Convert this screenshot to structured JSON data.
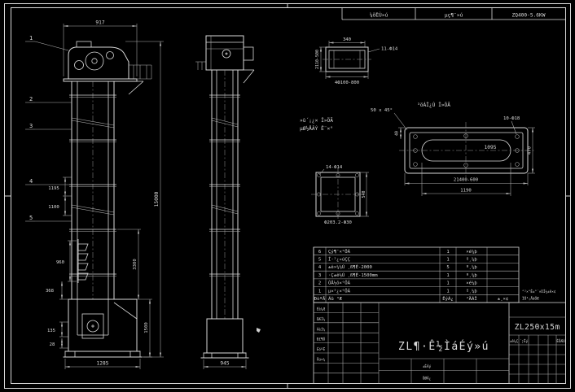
{
  "colors": {
    "bg": "#000000",
    "line": "#d9d9d9",
    "dim": "#b0b0b0"
  },
  "top_strip": {
    "c1": "¼õËÙ»ú",
    "c2": "µç¶¯»ú",
    "c3": "ZQ400-5.6KW"
  },
  "front_view": {
    "balloons": {
      "b1": "1",
      "b2": "2",
      "b3": "3",
      "b4": "4",
      "b5": "5"
    },
    "dims": {
      "head_width": "917",
      "total_height": "15000",
      "d1": "1195",
      "d2": "1100",
      "bucket_pitch": "960",
      "d3": "368",
      "section": "3300",
      "boot_height": "1500",
      "d4": "135",
      "d5": "28",
      "base_width": "1285"
    }
  },
  "side_view": {
    "dims": {
      "base_width": "945"
    }
  },
  "detail_a": {
    "dims": {
      "width": "340",
      "holes": "11-Ф14",
      "side": "2110-500",
      "bottom": "4Ф100-800"
    },
    "notes": {
      "l1": "»ù´¡¿× Î»ÖÃ",
      "l2": "µØ½ÅÂÝ Ë¨×°"
    }
  },
  "detail_b": {
    "dims": {
      "chamfer": "50 x 45°",
      "holes": "10-Ф18",
      "slot": "1095",
      "height": "470",
      "edge": "40",
      "length": "21400-600",
      "inner": "1190"
    },
    "note": "³öÁÏ¿Ú Î»ÖÃ"
  },
  "detail_c": {
    "dims": {
      "holes": "14-Ф14",
      "side": "540",
      "bottom": "Ф203.2-Ф30"
    }
  },
  "parts_table": {
    "header": {
      "no": "ÐòºÅ",
      "name": "Ãû ³Æ",
      "qty": "ÊýÁ¿",
      "material": "²ÄÁÏ",
      "note": "±¸×¢"
    },
    "rows": [
      {
        "no": "6",
        "name": "Çý¶¯×°ÖÃ",
        "qty": "1",
        "material": "×é¼þ",
        "note": ""
      },
      {
        "no": "5",
        "name": "Í·²¿»úÇÇ",
        "qty": "1",
        "material": "º¸¼þ",
        "note": ""
      },
      {
        "no": "4",
        "name": "±ê×¼½Ú ¸ß¶È-2000",
        "qty": "5",
        "material": "º¸¼þ",
        "note": ""
      },
      {
        "no": "3",
        "name": "·Ç±ê½Ú ¸ß¶È-1500mm",
        "qty": "1",
        "material": "º¸¼þ",
        "note": ""
      },
      {
        "no": "2",
        "name": "ÕÅ½ô×°ÖÃ",
        "qty": "1",
        "material": "×é¼þ",
        "note": ""
      },
      {
        "no": "1",
        "name": "µ×²¿×°ÖÃ",
        "qty": "1",
        "material": "º¸¼þ",
        "note": ""
      }
    ],
    "notes": {
      "l1": "°²×°Ê±°´×ÜÍ¼±ê×¢",
      "l2": "ÏÖ³¡ÅäÖÆ"
    }
  },
  "title_block": {
    "drawing_title": "ZL¶·Ê½ÌáÉý»ú",
    "model": "ZL250x15m",
    "left_labels": {
      "r1": "Éè¼Æ",
      "r2": "ÖÆÍ¼",
      "r3": "ÃèÍ¼",
      "r4": "Ð£¶Ô",
      "r5": "ÉóºË",
      "r6": "Åú×¼"
    },
    "fields": {
      "scale": "±ÈÀý",
      "weight": "ÖØÁ¿"
    },
    "rev_labels": {
      "c1": "±ê¼Ç",
      "c2": "´¦Êý",
      "c3": "ÈÕÆÚ"
    }
  }
}
